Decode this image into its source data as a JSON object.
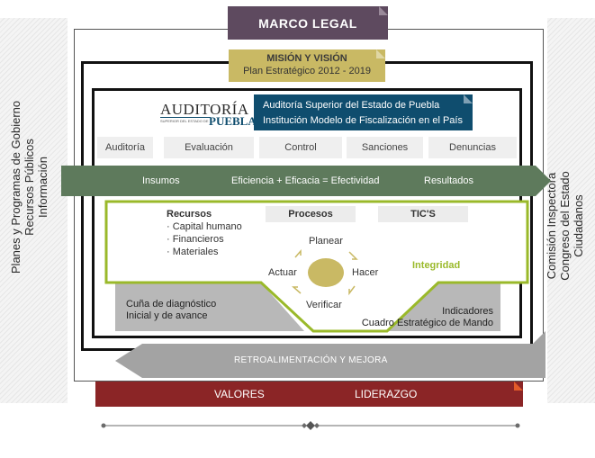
{
  "marco_legal": "MARCO LEGAL",
  "mision": {
    "title": "MISIÓN Y VISIÓN",
    "subtitle": "Plan Estratégico 2012 - 2019"
  },
  "logo": {
    "auditoria": "AUDITORÍA",
    "puebla": "PUEBLA",
    "tiny": "SUPERIOR DEL ESTADO DE"
  },
  "banner": {
    "line1": "Auditoría Superior del Estado de Puebla",
    "line2": "Institución Modelo de Fiscalización en el País"
  },
  "tabs": [
    "Auditoría",
    "Evaluación",
    "Control",
    "Sanciones",
    "Denuncias"
  ],
  "arrow": {
    "insumos": "Insumos",
    "center": "Eficiencia + Eficacia = Efectividad",
    "resultados": "Resultados"
  },
  "recursos": {
    "title": "Recursos",
    "items": [
      "· Capital humano",
      "· Financieros",
      "· Materiales"
    ]
  },
  "procesos": "Procesos",
  "tics": "TIC'S",
  "cycle": {
    "planear": "Planear",
    "hacer": "Hacer",
    "verificar": "Verificar",
    "actuar": "Actuar"
  },
  "integridad": "Integridad",
  "cuna": {
    "line1": "Cuña de diagnóstico",
    "line2": "Inicial y de avance"
  },
  "indicadores": {
    "line1": "Indicadores",
    "line2": "Cuadro Estratégico de Mando"
  },
  "retro": "RETROALIMENTACIÓN Y MEJORA",
  "valores": "VALORES",
  "liderazgo": "LIDERAZGO",
  "left_side": [
    "Planes y Programas de Gobierno",
    "Recursos Públicos",
    "Información"
  ],
  "right_side": [
    "Comisión Inspectora",
    "Congreso del Estado",
    "Ciudadanos"
  ],
  "colors": {
    "purple": "#5e4a5f",
    "gold": "#c9b964",
    "navy": "#0f4d6e",
    "green": "#5e7a5c",
    "lime": "#9ab92a",
    "red": "#8b2526",
    "gray_arrow": "#a3a3a3"
  }
}
